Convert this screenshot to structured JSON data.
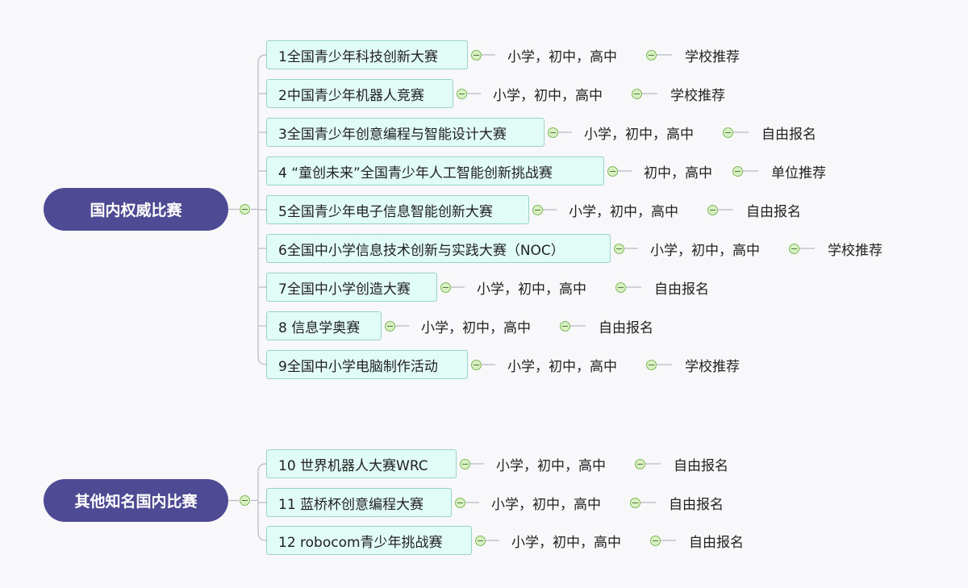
{
  "groups": [
    {
      "title": "国内权威比赛",
      "items": [
        {
          "name": "1全国青少年科技创新大赛",
          "level": "小学，初中，高中",
          "method": "学校推荐"
        },
        {
          "name": "2中国青少年机器人竞赛",
          "level": "小学，初中，高中",
          "method": "学校推荐"
        },
        {
          "name": "3全国青少年创意编程与智能设计大赛",
          "level": "小学，初中，高中",
          "method": "自由报名"
        },
        {
          "name": "4 “童创未来”全国青少年人工智能创新挑战赛",
          "level": "初中，高中",
          "method": "单位推荐"
        },
        {
          "name": "5全国青少年电子信息智能创新大赛",
          "level": "小学，初中，高中",
          "method": "自由报名"
        },
        {
          "name": "6全国中小学信息技术创新与实践大赛（NOC）",
          "level": "小学，初中，高中",
          "method": "学校推荐"
        },
        {
          "name": "7全国中小学创造大赛",
          "level": "小学，初中，高中",
          "method": "自由报名"
        },
        {
          "name": "8 信息学奥赛",
          "level": "小学，初中，高中",
          "method": "自由报名"
        },
        {
          "name": "9全国中小学电脑制作活动",
          "level": "小学，初中，高中",
          "method": "学校推荐"
        }
      ]
    },
    {
      "title": "其他知名国内比赛",
      "items": [
        {
          "name": "10 世界机器人大赛WRC",
          "level": "小学，初中，高中",
          "method": "自由报名"
        },
        {
          "name": "11 蓝桥杯创意编程大赛",
          "level": "小学，初中，高中",
          "method": "自由报名"
        },
        {
          "name": "12 robocom青少年挑战赛",
          "level": "小学，初中，高中",
          "method": "自由报名"
        }
      ]
    }
  ],
  "colors": {
    "root_bg": "#4e4a94",
    "node_bg": "#e1fbf6",
    "node_border": "#9bd3c5",
    "connector": "#b8b8c4",
    "collapse_fill": "#d9f0c2"
  }
}
